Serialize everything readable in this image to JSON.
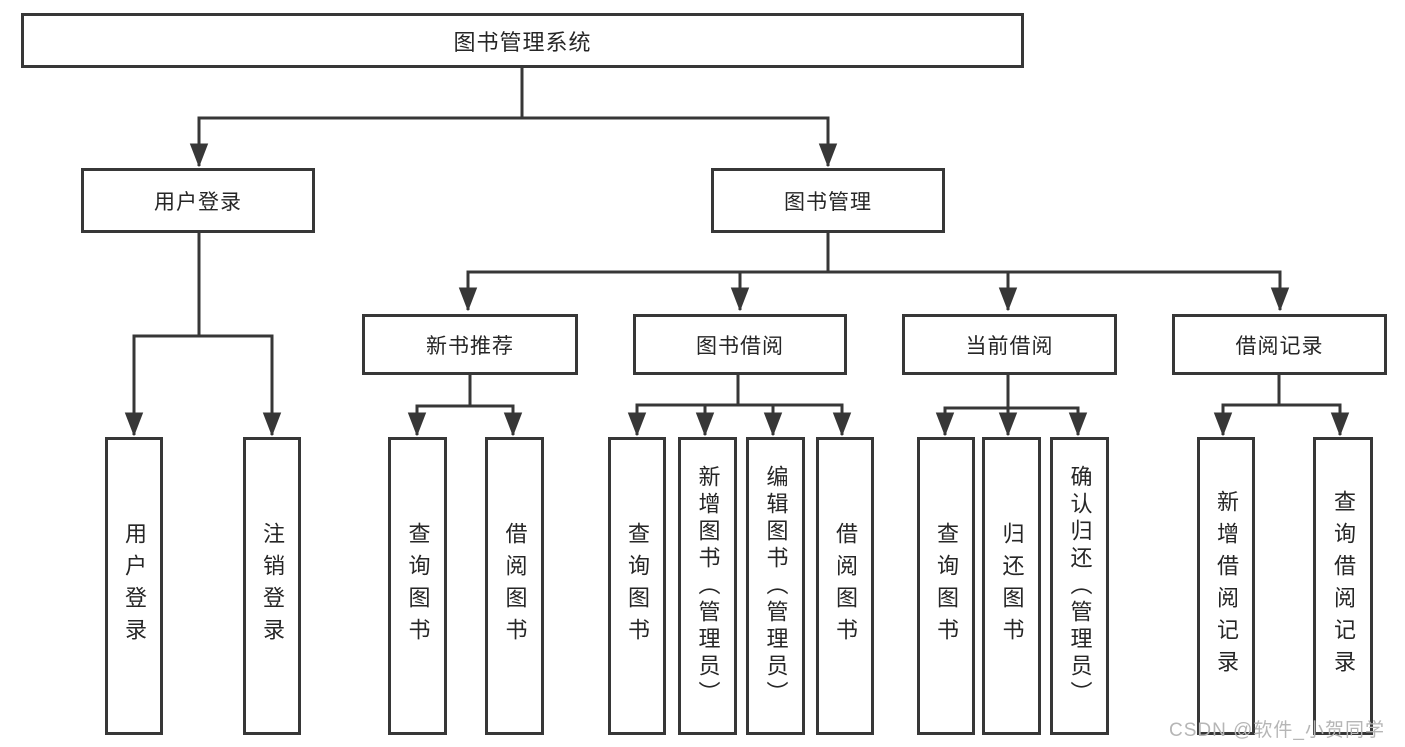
{
  "tree": {
    "label": "图书管理系统",
    "children": [
      {
        "label": "用户登录",
        "children": [
          {
            "label": "用户登录"
          },
          {
            "label": "注销登录"
          }
        ]
      },
      {
        "label": "图书管理",
        "children": [
          {
            "label": "新书推荐",
            "children": [
              {
                "label": "查询图书"
              },
              {
                "label": "借阅图书"
              }
            ]
          },
          {
            "label": "图书借阅",
            "children": [
              {
                "label": "查询图书"
              },
              {
                "label": "新增图书（管理员）"
              },
              {
                "label": "编辑图书（管理员）"
              },
              {
                "label": "借阅图书"
              }
            ]
          },
          {
            "label": "当前借阅",
            "children": [
              {
                "label": "查询图书"
              },
              {
                "label": "归还图书"
              },
              {
                "label": "确认归还（管理员）"
              }
            ]
          },
          {
            "label": "借阅记录",
            "children": [
              {
                "label": "新增借阅记录"
              },
              {
                "label": "查询借阅记录"
              }
            ]
          }
        ]
      }
    ]
  },
  "watermark": {
    "text": "CSDN @软件_小贺同学"
  },
  "colors": {
    "line": "#373737",
    "box_border": "#373737",
    "text": "#262626",
    "watermark": "#b6b6b6",
    "background": "#ffffff"
  }
}
